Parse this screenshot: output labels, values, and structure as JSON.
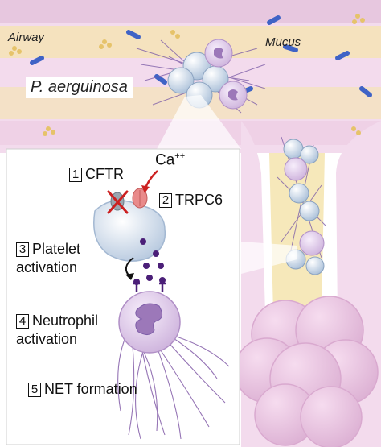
{
  "labels": {
    "airway": "Airway",
    "mucus": "Mucus",
    "bacteria": "P. aerguinosa",
    "calcium": "Ca",
    "calcium_sup": "++"
  },
  "steps": [
    {
      "num": "1",
      "text": "CFTR"
    },
    {
      "num": "2",
      "text": "TRPC6"
    },
    {
      "num": "3",
      "text": "Platelet",
      "text2": "activation"
    },
    {
      "num": "4",
      "text": "Neutrophil",
      "text2": "activation"
    },
    {
      "num": "5",
      "text": "NET formation"
    }
  ],
  "colors": {
    "airway_lumen": "#f2d9ec",
    "mucus_band": "#f7e3a8",
    "epithelium": "#f1cfe6",
    "platelet": "#d8e4f2",
    "neutrophil": "#e9d6ee",
    "nucleus": "#9c78b9",
    "granule": "#4b1f78",
    "bacterium": "#3f63c6",
    "net_fiber": "#8a66ad",
    "trpc6": "#e98b8b",
    "cftr": "#9aa6b0",
    "red_mark": "#cc2020"
  }
}
